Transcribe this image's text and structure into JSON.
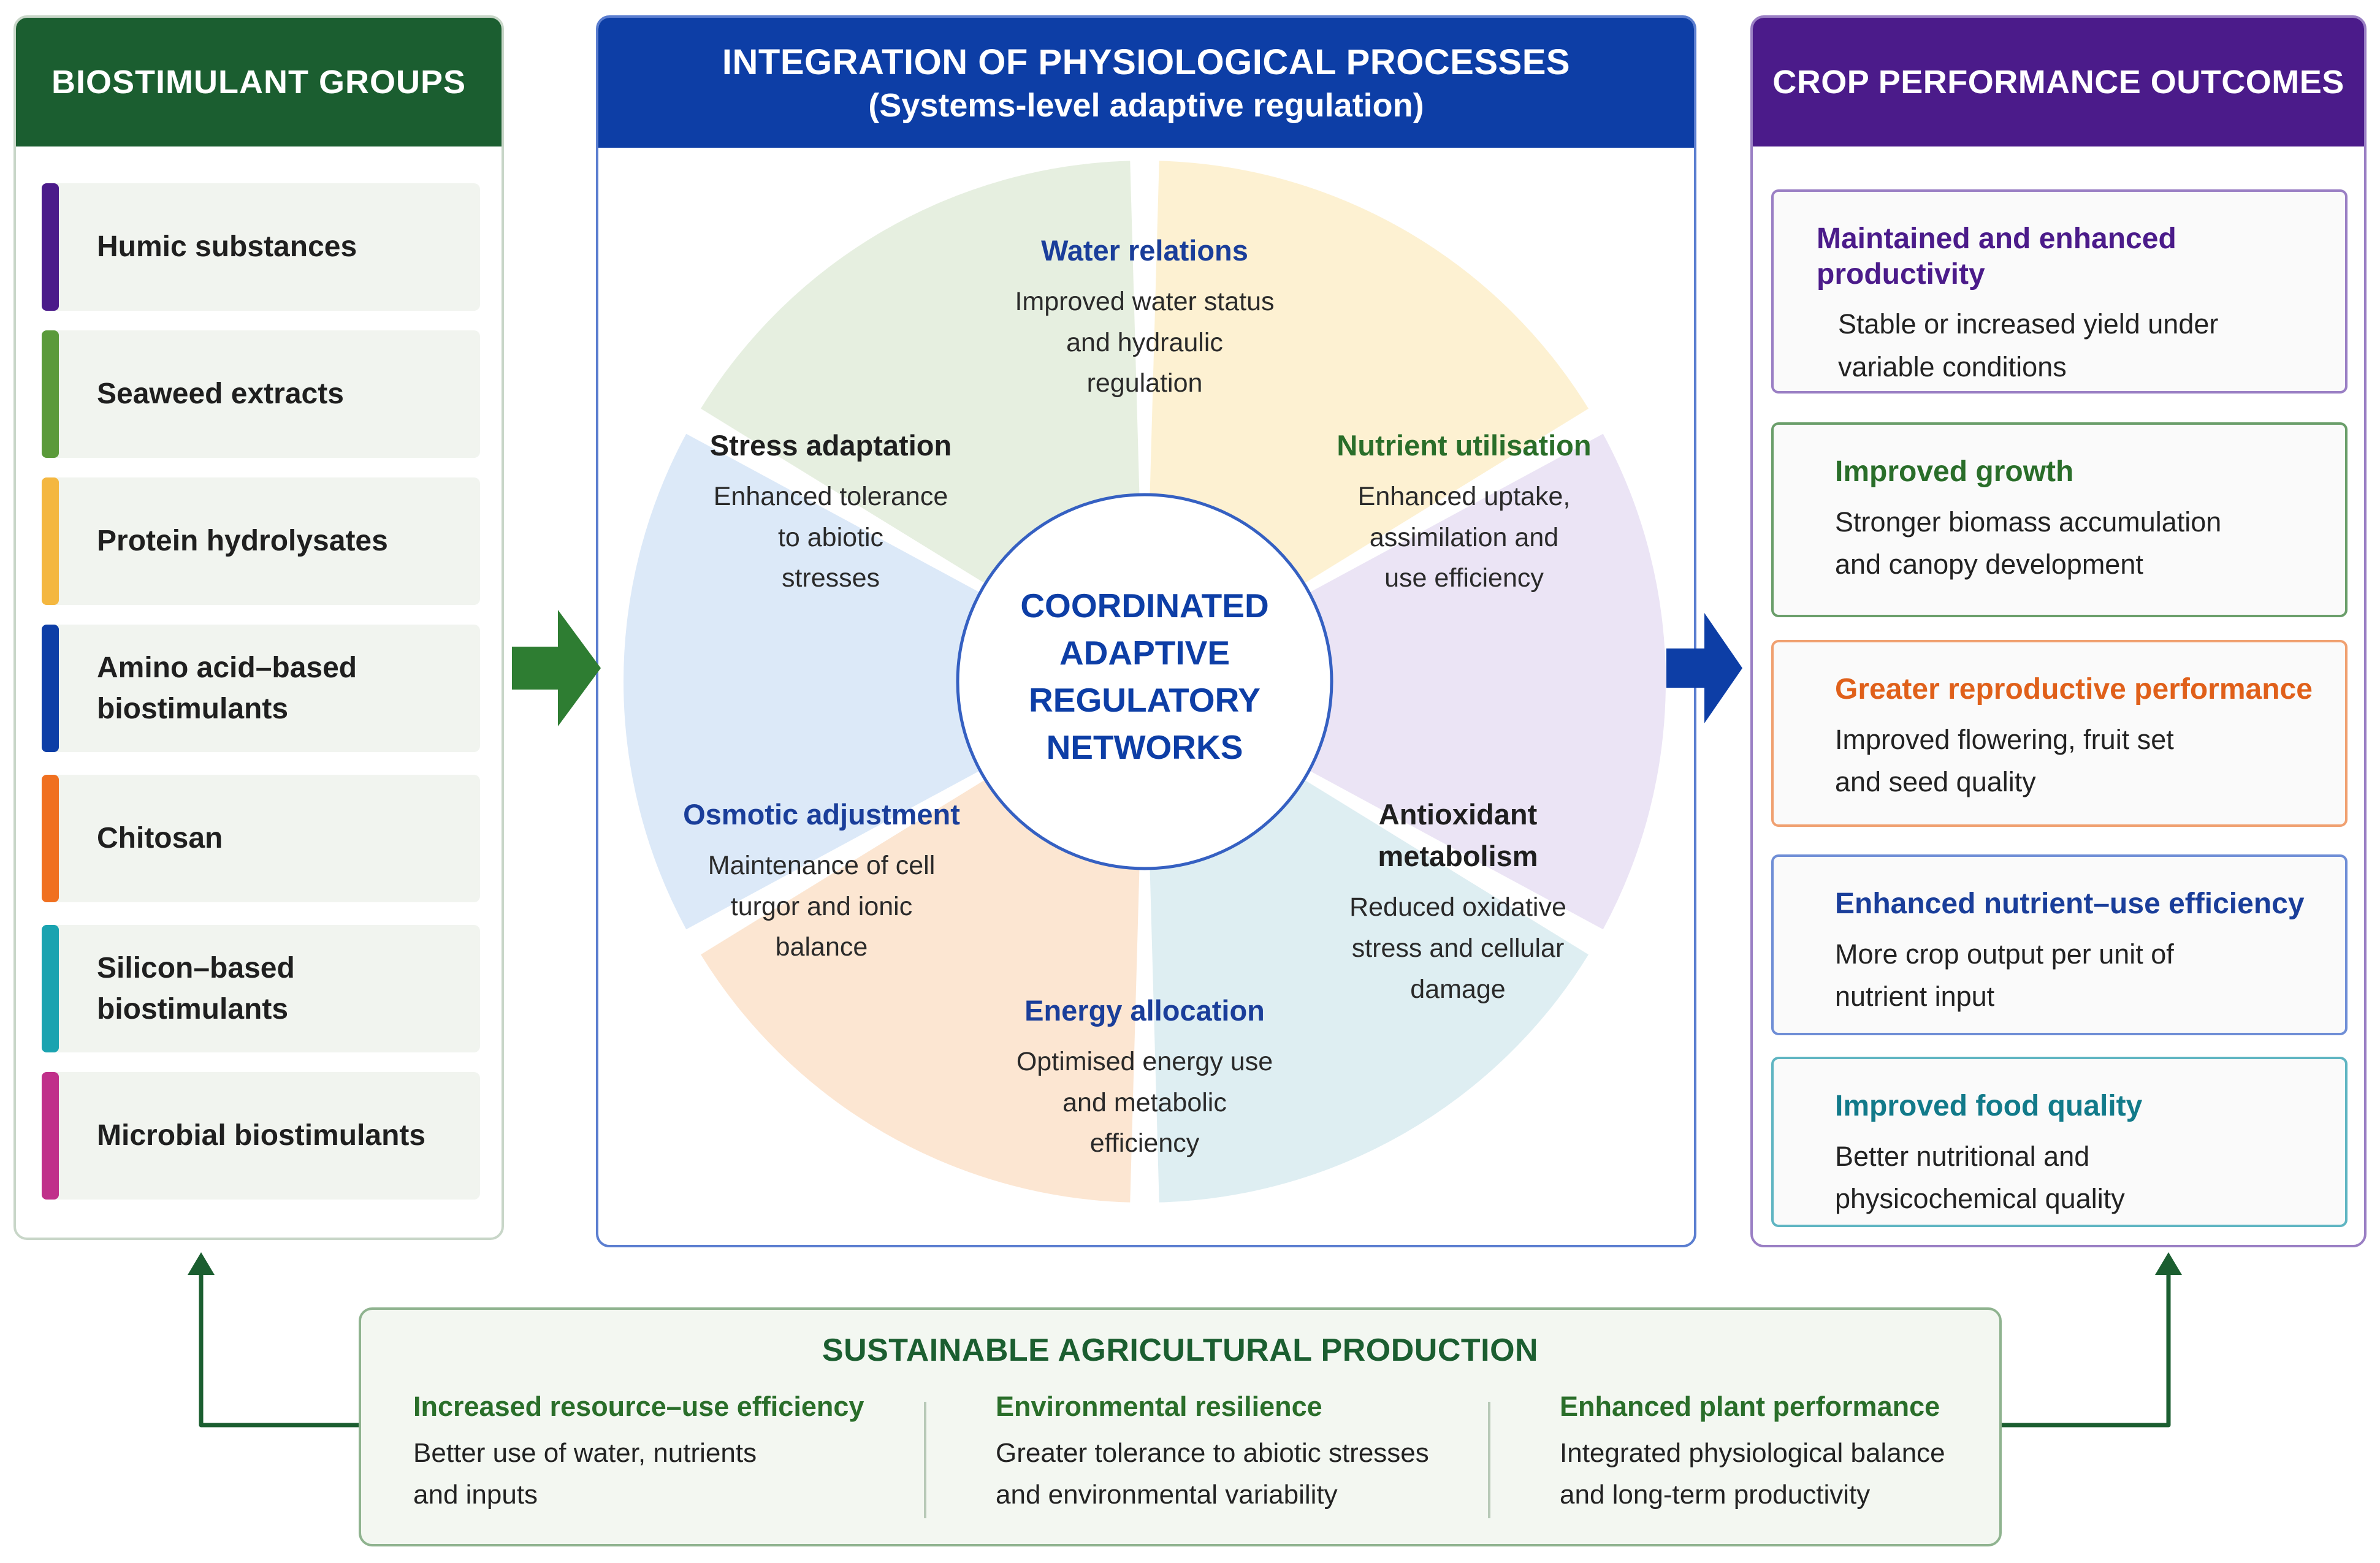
{
  "groups_panel": {
    "title": "BIOSTIMULANT GROUPS",
    "items": [
      {
        "label_lines": [
          "Humic substances"
        ],
        "color": "#4b1b8a"
      },
      {
        "label_lines": [
          "Seaweed extracts"
        ],
        "color": "#5a9a3a"
      },
      {
        "label_lines": [
          "Protein hydrolysates"
        ],
        "color": "#f4b740"
      },
      {
        "label_lines": [
          "Amino acid–based",
          "biostimulants"
        ],
        "color": "#0d3ea6"
      },
      {
        "label_lines": [
          "Chitosan"
        ],
        "color": "#f07020"
      },
      {
        "label_lines": [
          "Silicon–based",
          "biostimulants"
        ],
        "color": "#1aa3b0"
      },
      {
        "label_lines": [
          "Microbial biostimulants"
        ],
        "color": "#c0308a"
      }
    ]
  },
  "integration_panel": {
    "title_line1": "INTEGRATION OF PHYSIOLOGICAL PROCESSES",
    "title_line2": "(Systems-level adaptive regulation)",
    "center_lines": [
      "COORDINATED",
      "ADAPTIVE",
      "REGULATORY",
      "NETWORKS"
    ],
    "segments": [
      {
        "title_lines": [
          "Water relations"
        ],
        "desc_lines": [
          "Improved water status",
          "and hydraulic",
          "regulation"
        ],
        "fill": "#dce9f8",
        "title_color": "#1a3e9a"
      },
      {
        "title_lines": [
          "Nutrient utilisation"
        ],
        "desc_lines": [
          "Enhanced uptake,",
          "assimilation and",
          "use efficiency"
        ],
        "fill": "#e6efe0",
        "title_color": "#2a6e2a"
      },
      {
        "title_lines": [
          "Antioxidant",
          "metabolism"
        ],
        "desc_lines": [
          "Reduced oxidative",
          "stress and cellular",
          "damage"
        ],
        "fill": "#fdf1d2",
        "title_color": "#1f1f1f"
      },
      {
        "title_lines": [
          "Energy allocation"
        ],
        "desc_lines": [
          "Optimised energy use",
          "and metabolic",
          "efficiency"
        ],
        "fill": "#ebe4f5",
        "title_color": "#1a3e9a"
      },
      {
        "title_lines": [
          "Osmotic adjustment"
        ],
        "desc_lines": [
          "Maintenance of cell",
          "turgor and ionic",
          "balance"
        ],
        "fill": "#deeef2",
        "title_color": "#1a3e9a"
      },
      {
        "title_lines": [
          "Stress adaptation"
        ],
        "desc_lines": [
          "Enhanced tolerance",
          "to abiotic",
          "stresses"
        ],
        "fill": "#fce6d2",
        "title_color": "#1f1f1f"
      }
    ]
  },
  "outcomes_panel": {
    "title": "CROP PERFORMANCE OUTCOMES",
    "items": [
      {
        "title": "Maintained and enhanced productivity",
        "desc_lines": [
          "Stable or increased yield under",
          "variable conditions"
        ],
        "color": "#4b1b8a",
        "border": "#9a7fc4"
      },
      {
        "title": "Improved growth",
        "desc_lines": [
          "Stronger biomass accumulation",
          "and canopy development"
        ],
        "color": "#2a6e2a",
        "border": "#6a9e6a"
      },
      {
        "title": "Greater reproductive performance",
        "desc_lines": [
          "Improved flowering, fruit set",
          "and seed quality"
        ],
        "color": "#e0601a",
        "border": "#f0a070"
      },
      {
        "title": "Enhanced nutrient–use efficiency",
        "desc_lines": [
          "More crop output per unit of",
          "nutrient input"
        ],
        "color": "#1a3e9a",
        "border": "#6f8ed6"
      },
      {
        "title": "Improved food quality",
        "desc_lines": [
          "Better nutritional and",
          "physicochemical quality"
        ],
        "color": "#127a8a",
        "border": "#5fb5c2"
      }
    ]
  },
  "sustainable_panel": {
    "title": "SUSTAINABLE AGRICULTURAL PRODUCTION",
    "columns": [
      {
        "title": "Increased resource–use efficiency",
        "desc_lines": [
          "Better use of water, nutrients",
          "and inputs"
        ]
      },
      {
        "title": "Environmental resilience",
        "desc_lines": [
          "Greater tolerance to abiotic stresses",
          "and environmental variability"
        ]
      },
      {
        "title": "Enhanced plant performance",
        "desc_lines": [
          "Integrated physiological balance",
          "and long-term productivity"
        ]
      }
    ]
  },
  "colors": {
    "green_dark": "#1b5e30",
    "blue_dark": "#0d3ea6",
    "purple_dark": "#4b1b8a"
  }
}
